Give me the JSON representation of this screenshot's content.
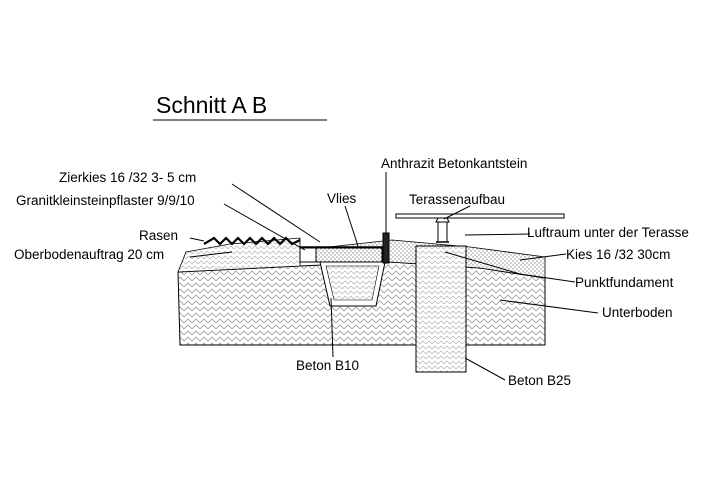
{
  "title": "Schnitt A B",
  "labels": {
    "anthrazit": "Anthrazit Betonkantstein",
    "zierkies": "Zierkies 16 /32  3- 5 cm",
    "granit": "Granitkleinsteinpflaster 9/9/10",
    "vlies": "Vlies",
    "terassenaufbau": "Terassenaufbau",
    "rasen": "Rasen",
    "luftraum": "Luftraum unter der Terasse",
    "oberboden": "Oberbodenauftrag 20 cm",
    "kies": "Kies 16 /32  30cm",
    "punktfundament": "Punktfundament",
    "unterboden": "Unterboden",
    "beton_b10": "Beton B10",
    "beton_b25": "Beton B25"
  }
}
